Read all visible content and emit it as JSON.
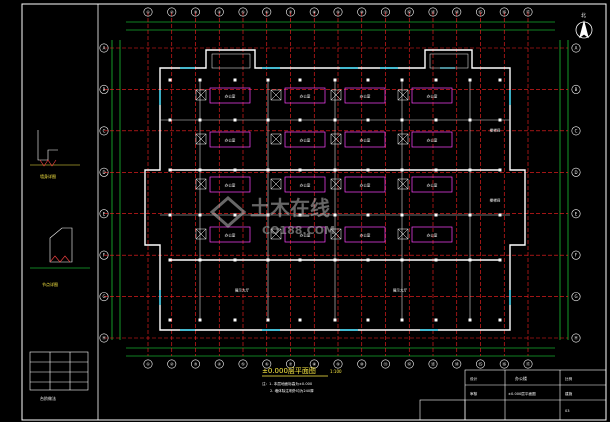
{
  "drawing": {
    "plan_title": "±0.000层平面图",
    "plan_scale": "1:100",
    "grid_top": [
      "①",
      "②",
      "③",
      "④",
      "⑤",
      "⑥",
      "⑦",
      "⑧",
      "⑨",
      "⑩",
      "⑪",
      "⑫",
      "⑬",
      "⑭",
      "⑮",
      "⑯",
      "⑰"
    ],
    "grid_side": [
      "A",
      "B",
      "C",
      "D",
      "E",
      "F",
      "G",
      "H"
    ],
    "north_label": "北",
    "rooms": [
      {
        "label": "办公室"
      },
      {
        "label": "办公室"
      },
      {
        "label": "办公室"
      },
      {
        "label": "办公室"
      },
      {
        "label": "办公室"
      },
      {
        "label": "办公室"
      },
      {
        "label": "办公室"
      },
      {
        "label": "办公室"
      },
      {
        "label": "办公室"
      },
      {
        "label": "办公室"
      },
      {
        "label": "办公室"
      },
      {
        "label": "办公室"
      },
      {
        "label": "办公室"
      },
      {
        "label": "办公室"
      },
      {
        "label": "办公室"
      },
      {
        "label": "办公室"
      },
      {
        "label": "展示大厅"
      },
      {
        "label": "展示大厅"
      },
      {
        "label": "楼梯间"
      },
      {
        "label": "楼梯间"
      }
    ],
    "left_detail_1": "墙身详图",
    "left_detail_2": "节点详图",
    "left_detail_3": "台阶做法",
    "note_1": "注：1. 本层地面标高为±0.000",
    "note_2": "2. 墙体除注明外均为240厚",
    "titleblock": {
      "project": "办公楼",
      "drawing": "±0.000层平面图",
      "design": "设计",
      "check": "审核",
      "scale": "比例",
      "sheet": "建施",
      "number": "03"
    },
    "watermark": {
      "cn": "土木在线",
      "en": "CO188.COM"
    },
    "colors": {
      "grid": "#ff2222",
      "wall": "#ffffff",
      "dim": "#22ff44",
      "text": "#ffffff",
      "cyan": "#22ddff",
      "magenta": "#ff44ff",
      "yellow": "#ffee44",
      "frame": "#ffffff"
    }
  }
}
